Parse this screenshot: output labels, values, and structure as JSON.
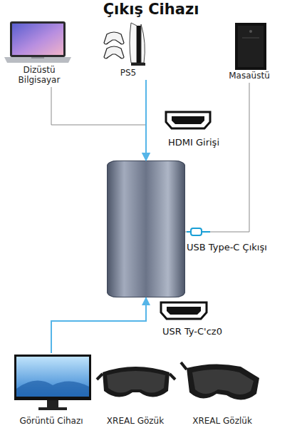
{
  "diagram": {
    "title": "Çıkış Cihazı",
    "nodes": [
      {
        "text": [
          "Dizüstü Bilgisayar"
        ]
      },
      {
        "text": [
          "PS5"
        ]
      },
      {
        "text": [
          "Masaüstü"
        ]
      },
      {
        "text": [
          "HDMI Girişi",
          "USB Type-C Çıkışı",
          "USR Ty-C'cz0"
        ]
      },
      {
        "text": [
          "Görüntü Cihazı"
        ]
      },
      {
        "text": [
          "XREAL Gözük"
        ]
      },
      {
        "text": [
          "XREAL Gözlük"
        ]
      }
    ],
    "edges": [
      {
        "from": 0,
        "to": 3,
        "arrow": "to"
      },
      {
        "from": 1,
        "to": 3,
        "arrow": "to"
      },
      {
        "from": 2,
        "to": 3,
        "arrow": "none"
      },
      {
        "from": 4,
        "to": 3,
        "arrow": "to"
      }
    ]
  }
}
